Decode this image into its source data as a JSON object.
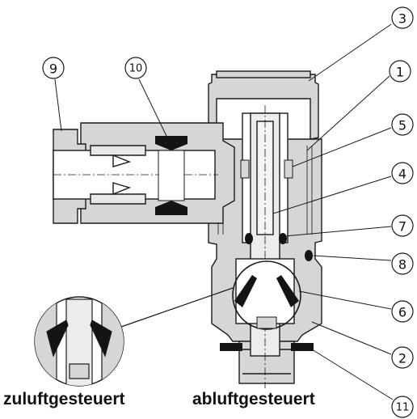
{
  "callouts": {
    "c1": "1",
    "c2": "2",
    "c3": "3",
    "c4": "4",
    "c5": "5",
    "c6": "6",
    "c7": "7",
    "c8": "8",
    "c9": "9",
    "c10": "10",
    "c11": "11"
  },
  "captions": {
    "left": "zuluftgesteuert",
    "right": "abluftgesteuert"
  },
  "colors": {
    "body_fill": "#d6d6d6",
    "outline": "#1a1a1a",
    "seal": "#141414"
  }
}
